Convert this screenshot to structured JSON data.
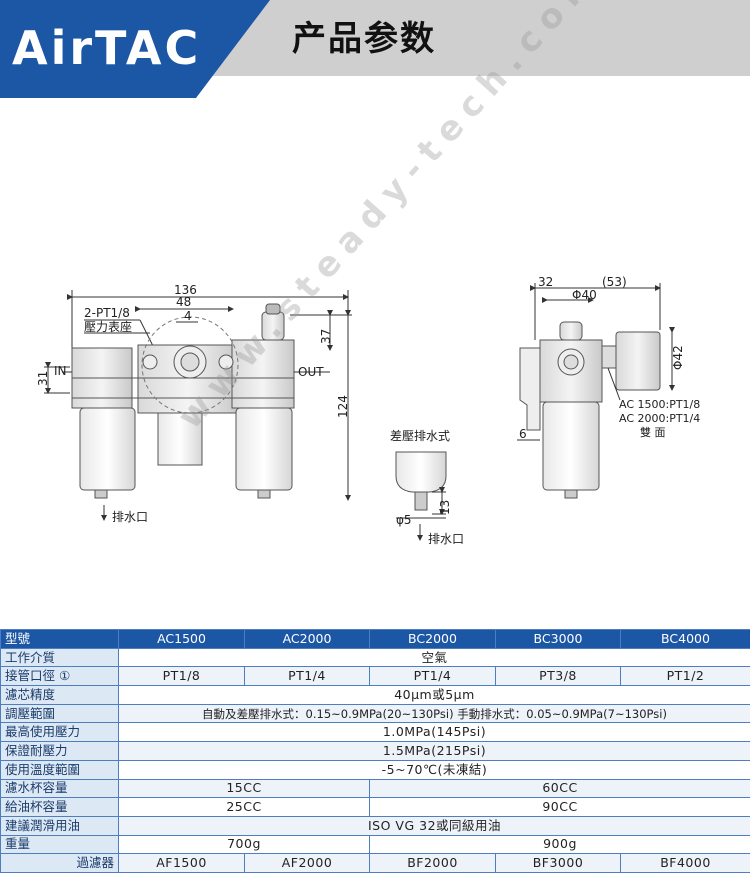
{
  "header": {
    "brand": "AirTAC",
    "title": "产品参数"
  },
  "drawing": {
    "front_view": {
      "dim_total_width": "136",
      "dim_center_span": "48",
      "dim_gauge_port": "4",
      "gauge_port_label": "2-PT1/8",
      "gauge_label": "壓力表座",
      "dim_top_height": "37",
      "dim_total_height": "124",
      "dim_left_height": "31",
      "in_label": "IN",
      "out_label": "OUT",
      "drain_label": "排水口"
    },
    "detail_view": {
      "title": "差壓排水式",
      "dim_diameter": "φ5",
      "dim_height": "13",
      "drain_label": "排水口"
    },
    "side_view": {
      "dim_width": "32",
      "dim_gauge_offset": "(53)",
      "dim_body_diameter": "Φ40",
      "dim_gauge_diameter": "Φ42",
      "dim_bracket": "6",
      "note_1": "AC 1500:PT1/8",
      "note_2": "AC 2000:PT1/4",
      "note_3": "雙 面"
    }
  },
  "watermark": "www.steady-tech.com",
  "table": {
    "header": [
      "型號",
      "AC1500",
      "AC2000",
      "BC2000",
      "BC3000",
      "BC4000"
    ],
    "rows": [
      {
        "label": "工作介質",
        "span_all": "空氣"
      },
      {
        "label": "接管口徑 ①",
        "cells": [
          "PT1/8",
          "PT1/4",
          "PT1/4",
          "PT3/8",
          "PT1/2"
        ]
      },
      {
        "label": "濾芯精度",
        "span_all": "40μm或5μm"
      },
      {
        "label": "調壓範圍",
        "span_all": "自動及差壓排水式：0.15~0.9MPa(20~130Psi)  手動排水式：0.05~0.9MPa(7~130Psi)"
      },
      {
        "label": "最高使用壓力",
        "span_all": "1.0MPa(145Psi)"
      },
      {
        "label": "保證耐壓力",
        "span_all": "1.5MPa(215Psi)"
      },
      {
        "label": "使用溫度範圍",
        "span_all": "-5~70℃(未凍結)"
      },
      {
        "label": "濾水杯容量",
        "left": "15CC",
        "right": "60CC"
      },
      {
        "label": "給油杯容量",
        "left": "25CC",
        "right": "90CC"
      },
      {
        "label": "建議潤滑用油",
        "span_all": "ISO VG 32或同級用油"
      },
      {
        "label": "重量",
        "left": "700g",
        "right": "900g"
      },
      {
        "label": "過濾器",
        "cells": [
          "AF1500",
          "AF2000",
          "BF2000",
          "BF3000",
          "BF4000"
        ]
      }
    ]
  }
}
